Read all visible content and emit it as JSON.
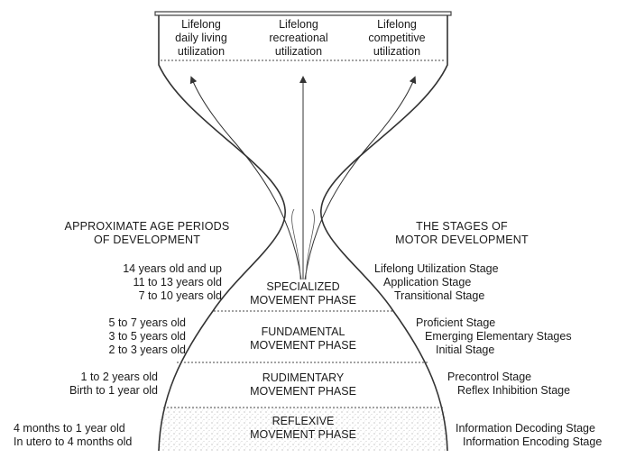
{
  "top_utilizations": [
    {
      "line1": "Lifelong",
      "line2": "daily living",
      "line3": "utilization"
    },
    {
      "line1": "Lifelong",
      "line2": "recreational",
      "line3": "utilization"
    },
    {
      "line1": "Lifelong",
      "line2": "competitive",
      "line3": "utilization"
    }
  ],
  "left_heading": {
    "line1": "APPROXIMATE AGE PERIODS",
    "line2": "OF DEVELOPMENT"
  },
  "right_heading": {
    "line1": "THE STAGES OF",
    "line2": "MOTOR DEVELOPMENT"
  },
  "phases": [
    {
      "line1": "SPECIALIZED",
      "line2": "MOVEMENT PHASE",
      "ages": [
        "14 years old and up",
        "11 to 13 years old",
        "7 to 10 years old"
      ],
      "stages": [
        "Lifelong Utilization Stage",
        "Application Stage",
        "Transitional Stage"
      ]
    },
    {
      "line1": "FUNDAMENTAL",
      "line2": "MOVEMENT PHASE",
      "ages": [
        "5 to 7 years old",
        "3 to 5 years old",
        "2 to 3 years old"
      ],
      "stages": [
        "Proficient Stage",
        "Emerging Elementary Stages",
        "Initial Stage"
      ]
    },
    {
      "line1": "RUDIMENTARY",
      "line2": "MOVEMENT PHASE",
      "ages": [
        "1 to 2 years old",
        "Birth to 1 year old"
      ],
      "stages": [
        "Precontrol Stage",
        "Reflex Inhibition Stage"
      ]
    },
    {
      "line1": "REFLEXIVE",
      "line2": "MOVEMENT PHASE",
      "ages": [
        "4 months to 1 year old",
        "In utero to 4 months old"
      ],
      "stages": [
        "Information Decoding Stage",
        "Information Encoding Stage"
      ]
    }
  ]
}
